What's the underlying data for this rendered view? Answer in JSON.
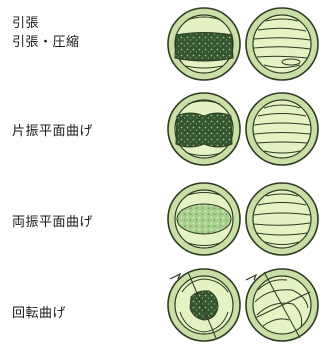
{
  "rows": [
    {
      "labels": [
        "引張",
        "引張・圧縮"
      ]
    },
    {
      "labels": [
        "片振平面曲げ"
      ]
    },
    {
      "labels": [
        "両振平面曲げ"
      ]
    },
    {
      "labels": [
        "回転曲げ"
      ]
    }
  ],
  "colors": {
    "rim": "#c9dfa6",
    "face": "#e4f2c4",
    "line": "#2e3a22",
    "zone_dark": "#2f4a2a",
    "zone_mid": "#8fb87a"
  }
}
